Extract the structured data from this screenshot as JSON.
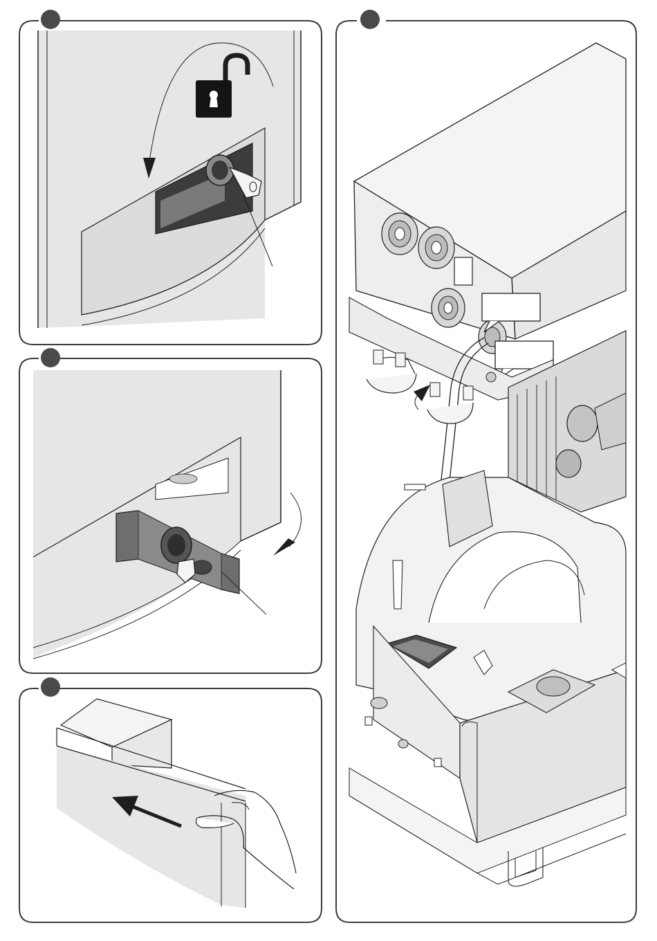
{
  "colors": {
    "frame": "#3a3a3a",
    "step_dot": "#4a4a4a",
    "surface": "#e6e6e6",
    "surface_light": "#f2f2f2",
    "dark_part": "#6e6e6e",
    "line": "#1e1e1e",
    "background": "#ffffff"
  },
  "panels": [
    {
      "id": "unlock-lid",
      "icon": "open-padlock-icon",
      "arrow": "counterclockwise-arrow"
    },
    {
      "id": "release-latch",
      "icon": "key-icon",
      "arrow": "clockwise-arrow"
    },
    {
      "id": "slide-cover",
      "icon": "hand-icon",
      "arrow": "left-arrow"
    },
    {
      "id": "route-cable",
      "icon": "cable-icon",
      "arrow": "clip-arrow"
    }
  ],
  "callouts": [
    "",
    ""
  ]
}
